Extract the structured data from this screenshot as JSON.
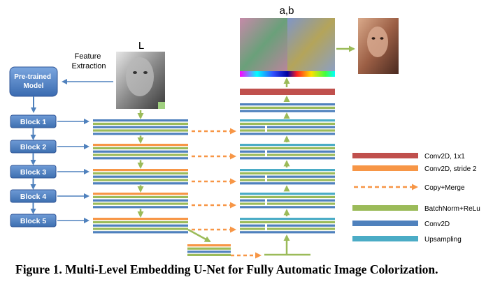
{
  "figure": {
    "caption": "Figure 1. Multi-Level Embedding U-Net for Fully Automatic Image Colorization.",
    "input_label": "L",
    "output_label": "a,b",
    "feature_extraction_label": "Feature\nExtraction",
    "pretrained_label": "Pre-trained\nModel",
    "blocks": [
      "Block 1",
      "Block 2",
      "Block 3",
      "Block 4",
      "Block 5"
    ]
  },
  "legend": [
    {
      "label": "Conv2D, 1x1",
      "color": "#c0504d",
      "style": "solid"
    },
    {
      "label": "Conv2D, stride 2",
      "color": "#f79646",
      "style": "solid"
    },
    {
      "label": "Copy+Merge",
      "color": "#f79646",
      "style": "dashed-arrow"
    },
    {
      "label": "BatchNorm+ReLu",
      "color": "#9bbb59",
      "style": "solid"
    },
    {
      "label": "Conv2D",
      "color": "#4f81bd",
      "style": "solid"
    },
    {
      "label": "Upsampling",
      "color": "#4bacc6",
      "style": "solid"
    }
  ],
  "colors": {
    "block_fill": "#4f81bd",
    "block_arrow": "#4f81bd",
    "conv1x1": "#c0504d",
    "stride2": "#f79646",
    "bnrelu": "#9bbb59",
    "conv2d": "#4f81bd",
    "upsample": "#4bacc6"
  }
}
